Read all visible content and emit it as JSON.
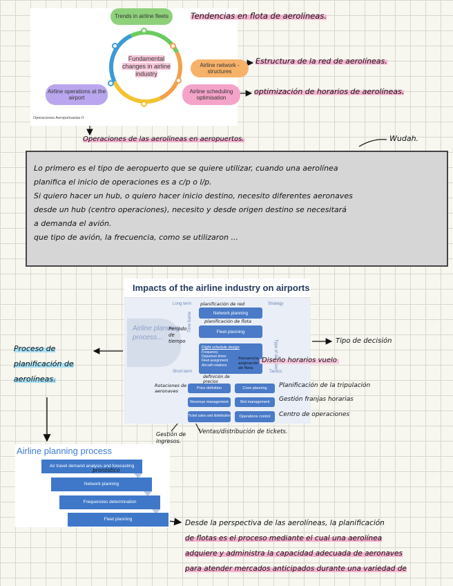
{
  "cycle": {
    "pills": {
      "trends": "Trends in airline fleets",
      "network": "Airline network - structures",
      "scheduling": "Airline scheduling optimisation",
      "operations": "Airline operations at the airport"
    },
    "center": "Fundamental changes in airline industry",
    "caption": "Operaciones Aeroportuarias II",
    "colors": {
      "green": "#8fd07b",
      "orange": "#f7b26a",
      "pink": "#f4a3c9",
      "purple": "#b9a6ee"
    }
  },
  "annotations_top": {
    "trends": "Tendencias en flota de aerolíneas.",
    "network": "Estructura de la red de aerolíneas.",
    "scheduling": "optimización de horarios de aerolíneas.",
    "operations": "Operaciones de las aerolíneas en aeropuertos.",
    "wudah": "Wudah."
  },
  "note": {
    "lines": [
      "Lo primero es el tipo de aeropuerto que se quiere utilizar, cuando una aerolínea",
      "planifica el inicio de operaciones es a c/p o l/p.",
      "Si quiero hacer un hub, o quiero hacer inicio destino, necesito diferentes aeronaves",
      "desde un hub (centro operaciones), necesito y desde origen destino se necesitará",
      "a demanda el avión.",
      "que tipo de avión, la frecuencia, como se utilizaron ..."
    ]
  },
  "impacts": {
    "title": "Impacts of the airline industry on airports",
    "long_term": "Long term",
    "strategy": "Strategy",
    "short_term": "Short term",
    "tactics": "Tactics",
    "time_frame": "Time frame",
    "type_of_decision": "Type of decision",
    "airline_planning": "Airline planning process...",
    "network_planning": "Network planning",
    "fleet_planning": "Fleet planning",
    "schedule_design": "Flight schedule design",
    "schedule_items": [
      "Frequency",
      "Departure times",
      "Fleet assignment",
      "Aircraft rotations"
    ],
    "price_definition": "Price definition",
    "crew_planning": "Crew planning",
    "revenue_management": "Revenue management",
    "slot_management": "Slot management",
    "ticket_sales": "Ticket sales and distribution",
    "operations_control": "Operations control"
  },
  "annotations_mid": {
    "proceso": "Proceso de planificación de aerolíneas.",
    "tipo_decision": "Tipo de decisión",
    "periodo": "Periodo de tiempo",
    "diseno_horarios": "Diseño horarios vuelo",
    "planif_red": "planificación de red",
    "planif_flota": "planificación de flota",
    "frecuencia": "frecuencia, asignación de flota",
    "def_precios": "definición de precios",
    "planif_tripulacion": "Planificación de la tripulación",
    "gestion_franjas": "Gestión franjas horarias",
    "centro_operaciones": "Centro de operaciones",
    "ventas": "Ventas/distribución de tickets.",
    "gestion_ingresos": "Gestión de ingresos.",
    "rotaciones": "Rotaciones de aeronaves"
  },
  "process": {
    "title": "Airline planning process",
    "steps": [
      "Air travel demand analysis and forecasting",
      "Network planning",
      "Frequencies determination",
      "Fleet planning"
    ],
    "pronostico": "pronóstico"
  },
  "bottom_note": {
    "lines": [
      "Desde la perspectiva de las aerolíneas, la planificación",
      "de flotas es el proceso mediante el cual una aerolínea",
      "adquiere y administra la capacidad adecuada de aeronaves",
      "para atender mercados anticipados durante una variedad de"
    ]
  }
}
